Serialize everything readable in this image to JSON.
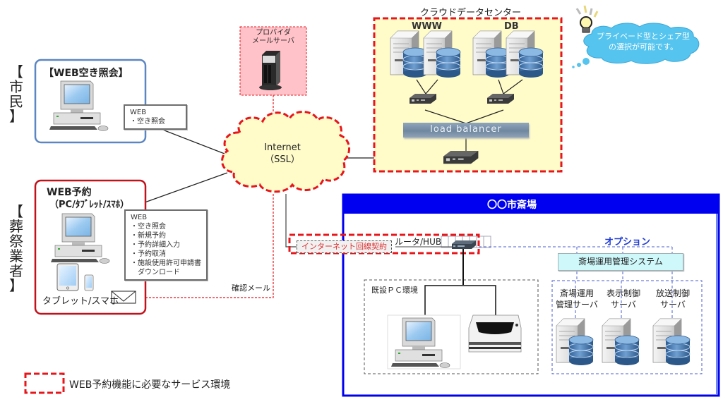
{
  "title": "WEB予約システム 構成図",
  "colors": {
    "service_dash": "#e8151b",
    "facility_blue": "#0000f0",
    "citizen_border": "#5b86c2",
    "vendor_border": "#c0121b",
    "cloud_fill": "#fffcca",
    "provider_fill": "#ffc2c8",
    "option_blue": "#1e3bd6",
    "system_box_fill": "#cff8fb"
  },
  "groups": {
    "citizen": {
      "side_label": [
        "【",
        "市",
        "民",
        "】"
      ],
      "box_title": "【WEB空き照会】",
      "features_title": "WEB",
      "features": [
        "・空き照会"
      ],
      "icons": [
        "desktop-pc-icon"
      ]
    },
    "vendor": {
      "side_label": [
        "【",
        "葬",
        "祭",
        "業",
        "者",
        "】"
      ],
      "box_title_line1": "WEB予約",
      "box_title_line2": "（PC/ﾀﾌﾞﾚｯﾄ/ｽﾏﾎ）",
      "features_title": "WEB",
      "features": [
        "・空き照会",
        "・新規予約",
        "・予約詳細入力",
        "・予約取消",
        "・施設使用許可申請書",
        "　ダウンロード"
      ],
      "device_label": "タブレット/スマホ",
      "icons": [
        "desktop-pc-icon",
        "tablet-icon",
        "smartphone-icon",
        "mail-envelope-icon"
      ]
    }
  },
  "provider_mail": {
    "label_line1": "プロバイダ",
    "label_line2": "メールサーバ",
    "icon": "tower-server-icon"
  },
  "internet": {
    "label_line1": "Internet",
    "label_line2": "（SSL）"
  },
  "cloud_dc": {
    "title": "クラウドデータセンター",
    "www_label": "WWW",
    "db_label": "DB",
    "load_balancer_label": "load balancer",
    "icons": [
      "server-db-icon",
      "network-switch-icon"
    ]
  },
  "tip": {
    "line1": "プライベード型とシェア型",
    "line2": "の選択が可能です。",
    "icon": "lightbulb-icon"
  },
  "facility": {
    "header": "〇〇市斎場",
    "contract_label": "インターネット回線契約",
    "router_label": "ルータ/HUB",
    "existing_pc_label": "既設ＰＣ環境",
    "option_label": "オプション",
    "system_label": "斎場運用管理システム",
    "servers": [
      {
        "line1": "斎場運用",
        "line2": "管理サーバ"
      },
      {
        "line1": "表示制御",
        "line2": "サーバ"
      },
      {
        "line1": "放送制御",
        "line2": "サーバ"
      }
    ]
  },
  "mail_flow_label": "確認メール",
  "legend": {
    "label": "WEB予約機能に必要なサービス環境"
  }
}
